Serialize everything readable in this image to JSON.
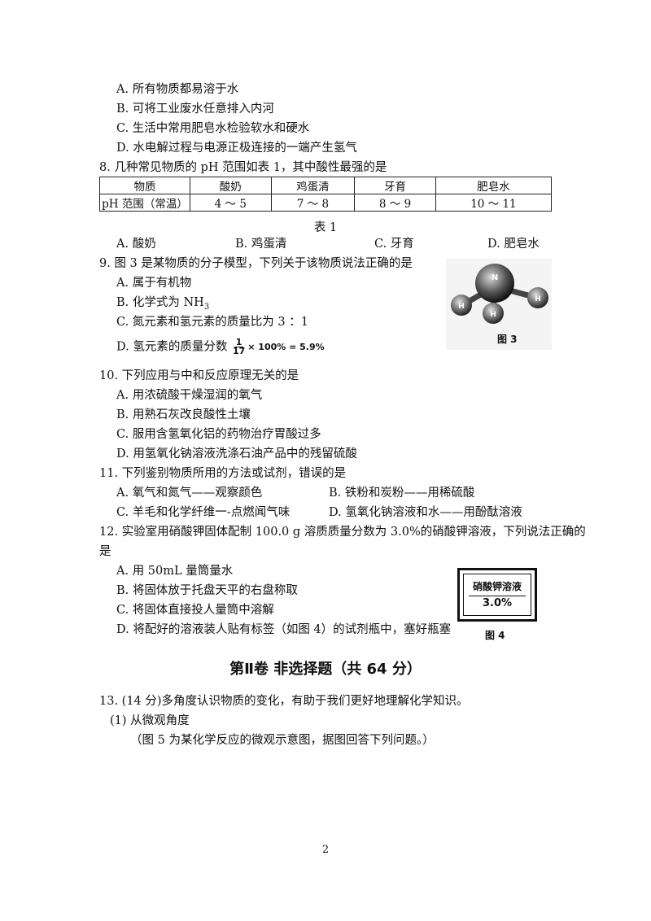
{
  "q7": {
    "a": "A. 所有物质都易溶于水",
    "b": "B. 可将工业废水任意排入内河",
    "c": "C. 生活中常用肥皂水检验软水和硬水",
    "d": "D. 水电解过程与电源正极连接的一端产生氢气"
  },
  "q8": {
    "stem": "8. 几种常见物质的 pH 范围如表 1，其中酸性最强的是",
    "table": {
      "headers": [
        "物质",
        "酸奶",
        "鸡蛋清",
        "牙育",
        "肥皂水"
      ],
      "row": [
        "pH 范围（常温）",
        "4 ～ 5",
        "7 ～ 8",
        "8 ～ 9",
        "10 ～ 11"
      ]
    },
    "caption": "表 1",
    "a": "A. 酸奶",
    "b": "B. 鸡蛋清",
    "c": "C. 牙育",
    "d": "D. 肥皂水"
  },
  "q9": {
    "stem": "9.   图 3 是某物质的分子模型，下列关于该物质说法正确的是",
    "a": "A. 属于有机物",
    "b_pre": "B. 化学式为 NH",
    "b_sub": "3",
    "c": "C. 氮元素和氢元素的质量比为 3 ：1",
    "d": "D. 氢元素的质量分数",
    "formula_num": "1",
    "formula_den": "17",
    "formula_rest": "× 100% = 5.9%",
    "figure": {
      "atoms": [
        "N",
        "H",
        "H",
        "H"
      ],
      "caption": "图 3"
    }
  },
  "q10": {
    "stem": "10. 下列应用与中和反应原理无关的是",
    "a": "A. 用浓硫酸干燥湿润的氧气",
    "b": "B. 用熟石灰改良酸性土壤",
    "c": "C. 服用含氢氧化铝的药物治疗胃酸过多",
    "d": "D. 用氢氧化钠溶液洗涤石油产品中的残留硫酸"
  },
  "q11": {
    "stem": "11. 下列鉴别物质所用的方法或试剂，错误的是",
    "a": "A. 氧气和氮气——观察颜色",
    "b": "B. 铁粉和炭粉——用稀硫酸",
    "c": "C. 羊毛和化学纤维一-点燃闻气味",
    "d": "D. 氢氧化钠溶液和水——用酚酞溶液"
  },
  "q12": {
    "stem_line1": "12.  实验室用硝酸钾固体配制 100.0  g 溶质质量分数为 3.0%的硝酸钾溶液，下列说法正确的",
    "stem_line2": "是",
    "a": "A. 用 50mL 量筒量水",
    "b": "B. 将固体放于托盘天平的右盘称取",
    "c": "C. 将固体直接投人量筒中溶解",
    "d": "D. 将配好的溶液装人贴有标签（如图 4）的试剂瓶中，塞好瓶塞",
    "figure": {
      "label_line1": "硝酸钾溶液",
      "label_line2": "3.0%",
      "caption": "图 4"
    }
  },
  "section_title": "第Ⅱ卷   非选择题（共 64 分）",
  "q13": {
    "stem": "13. (14 分)多角度认识物质的变化，有助于我们更好地理解化学知识。",
    "part1": "(1)  从微观角度",
    "note": "（图 5 为某化学反应的微观示意图，据图回答下列问题。）"
  },
  "page_number": "2"
}
